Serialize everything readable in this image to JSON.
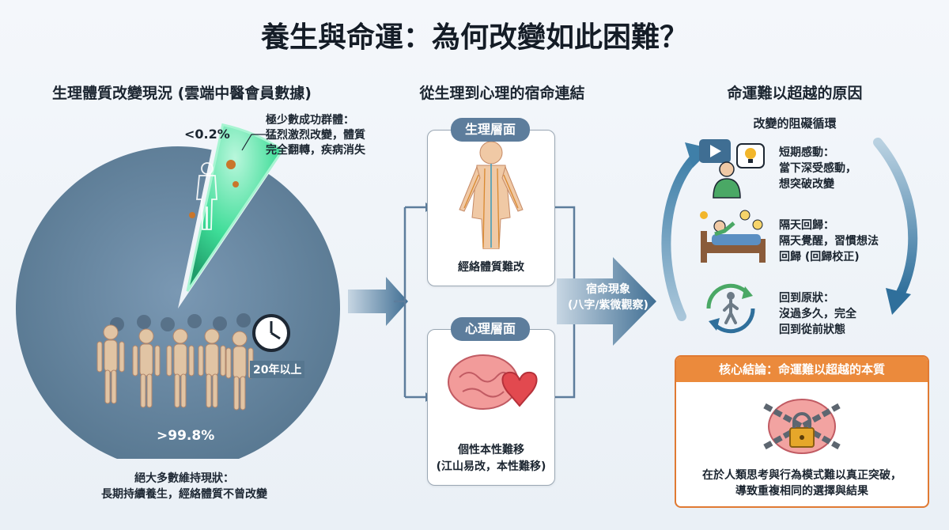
{
  "title": "養生與命運：為何改變如此困難？",
  "left": {
    "heading": "生理體質改變現況 (雲端中醫會員數據)",
    "minority_pct_label": "<0.2%",
    "minority_note": [
      "極少數成功群體：",
      "猛烈激烈改變，體質",
      "完全翻轉，疾病消失"
    ],
    "duration_label": "20年以上",
    "majority_pct_label": ">99.8%",
    "majority_note": [
      "絕大多數維持現狀：",
      "長期持續養生，經絡體質不曾改變"
    ],
    "chart_data": {
      "type": "pie",
      "categories": [
        "<0.2%",
        ">99.8%"
      ],
      "values": [
        0.2,
        99.8
      ],
      "colors": [
        "#3ddc97",
        "#5f7f9d"
      ]
    }
  },
  "middle": {
    "heading": "從生理到心理的宿命連結",
    "physical_tag": "生理層面",
    "physical_caption": "經絡體質難改",
    "psych_tag": "心理層面",
    "psych_caption": [
      "個性本性難移",
      "(江山易改，本性難移)"
    ],
    "fate_label": [
      "宿命現象",
      "(八字/紫微觀察)"
    ]
  },
  "right": {
    "heading": "命運難以超越的原因",
    "subheading": "改變的阻礙循環",
    "steps": [
      {
        "lines": [
          "短期感動：",
          "當下深受感動，",
          "想突破改變"
        ]
      },
      {
        "lines": [
          "隔天回歸：",
          "隔天覺醒，習慣想法",
          "回歸 (回歸校正)"
        ]
      },
      {
        "lines": [
          "回到原狀：",
          "沒過多久，完全",
          "回到從前狀態"
        ]
      }
    ],
    "core_title": "核心結論：命運難以超越的本質",
    "core_text": [
      "在於人類思考與行為模式難以真正突破，",
      "導致重複相同的選擇與結果"
    ]
  },
  "colors": {
    "pie_main": "#5f7f9d",
    "pie_highlight": "#3ddc97",
    "arrow": "#3f6e93",
    "accent_orange": "#eb8a3c"
  }
}
